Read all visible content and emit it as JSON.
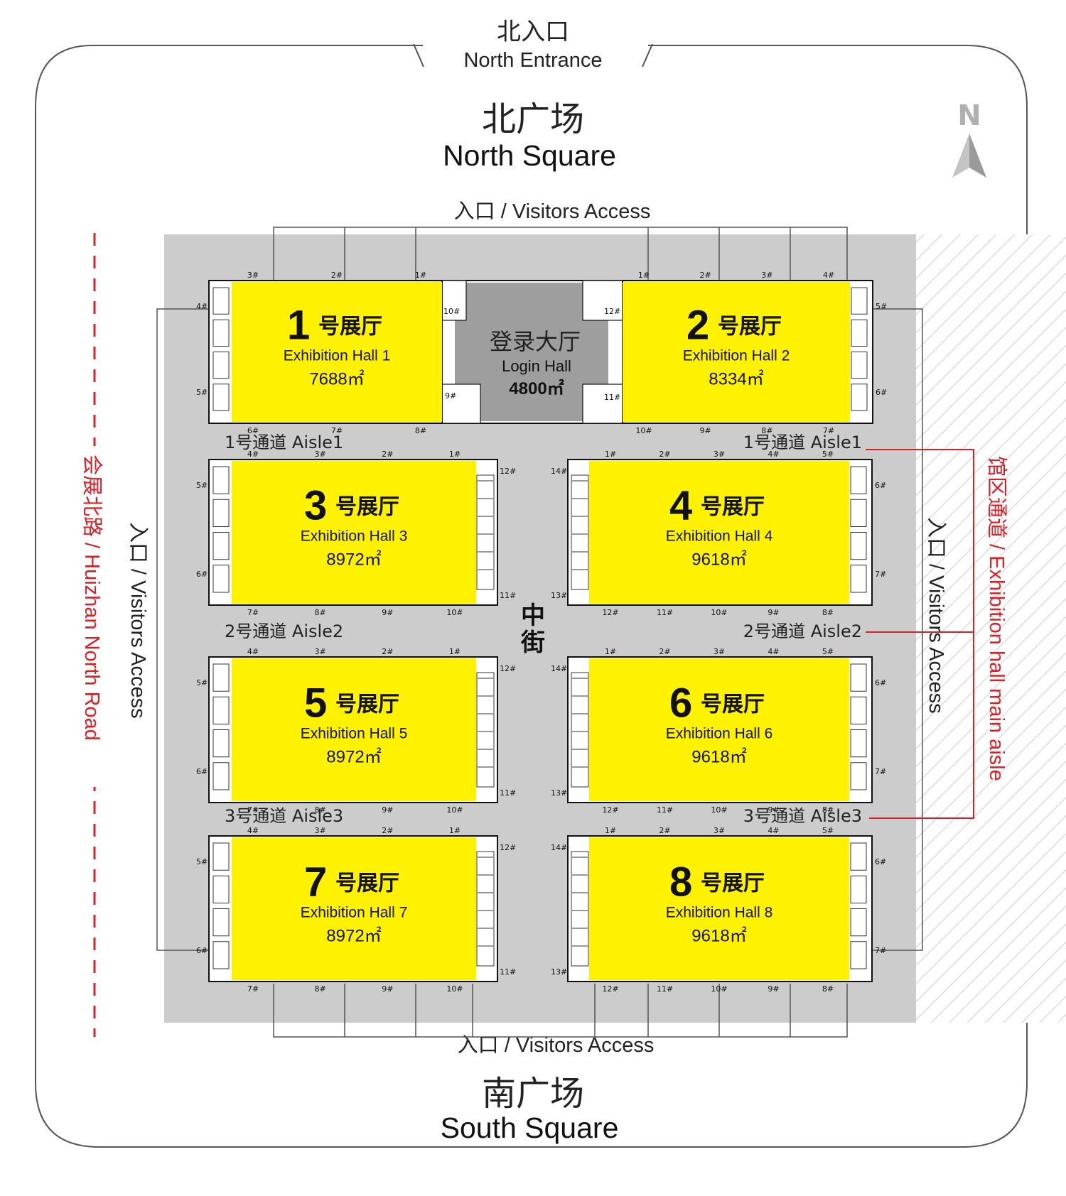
{
  "colors": {
    "hall_fill": "#fff200",
    "login_fill": "#9e9e9e",
    "ground": "#cccccc",
    "road_red": "#d92027",
    "outline": "#111111",
    "boundary": "#555555"
  },
  "entrance": {
    "cn": "北入口",
    "en": "North Entrance"
  },
  "north_square": {
    "cn": "北广场",
    "en": "North Square"
  },
  "south_square": {
    "cn": "南广场",
    "en": "South Square"
  },
  "compass": {
    "letter": "N",
    "icon": "north-arrow-icon"
  },
  "access": {
    "top": "入口 / Visitors Access",
    "bottom": "入口 / Visitors Access",
    "left": "入口 / Visitors Access",
    "right": "入口 / Visitors Access"
  },
  "road_west": "会展北路 / Huizhan North Road",
  "main_aisle": "馆区通道 / Exhibition hall main aisle",
  "central_street": {
    "c1": "中",
    "c2": "街"
  },
  "aisles": {
    "a1": "1号通道  Aisle1",
    "a2": "2号通道 Aisle2",
    "a3": "3号通道 Aisle3"
  },
  "halls": [
    {
      "num": "1",
      "cn": "号展厅",
      "en": "Exhibition Hall 1",
      "area": "7688㎡",
      "gates_top": [
        "3#",
        "2#",
        "1#"
      ],
      "gates_bottom": [
        "6#",
        "7#",
        "8#"
      ],
      "gates_side": [
        "4#",
        "5#"
      ]
    },
    {
      "num": "2",
      "cn": "号展厅",
      "en": "Exhibition Hall 2",
      "area": "8334㎡",
      "gates_top": [
        "1#",
        "2#",
        "3#",
        "4#"
      ],
      "gates_bottom": [
        "10#",
        "9#",
        "8#",
        "7#"
      ],
      "gates_side": [
        "5#",
        "6#"
      ]
    },
    {
      "num": "3",
      "cn": "号展厅",
      "en": "Exhibition Hall 3",
      "area": "8972㎡",
      "gates_top": [
        "4#",
        "3#",
        "2#",
        "1#"
      ],
      "gates_bottom": [
        "7#",
        "8#",
        "9#",
        "10#"
      ],
      "gates_side": [
        "5#",
        "6#"
      ],
      "gates_inner": [
        "12#",
        "11#"
      ]
    },
    {
      "num": "4",
      "cn": "号展厅",
      "en": "Exhibition Hall 4",
      "area": "9618㎡",
      "gates_top": [
        "1#",
        "2#",
        "3#",
        "4#",
        "5#"
      ],
      "gates_bottom": [
        "12#",
        "11#",
        "10#",
        "9#",
        "8#"
      ],
      "gates_side": [
        "6#",
        "7#"
      ],
      "gates_inner": [
        "14#",
        "13#"
      ]
    },
    {
      "num": "5",
      "cn": "号展厅",
      "en": "Exhibition Hall 5",
      "area": "8972㎡",
      "gates_top": [
        "4#",
        "3#",
        "2#",
        "1#"
      ],
      "gates_bottom": [
        "7#",
        "8#",
        "9#",
        "10#"
      ],
      "gates_side": [
        "5#",
        "6#"
      ],
      "gates_inner": [
        "12#",
        "11#"
      ]
    },
    {
      "num": "6",
      "cn": "号展厅",
      "en": "Exhibition Hall 6",
      "area": "9618㎡",
      "gates_top": [
        "1#",
        "2#",
        "3#",
        "4#",
        "5#"
      ],
      "gates_bottom": [
        "12#",
        "11#",
        "10#",
        "9#",
        "8#"
      ],
      "gates_side": [
        "6#",
        "7#"
      ],
      "gates_inner": [
        "14#",
        "13#"
      ]
    },
    {
      "num": "7",
      "cn": "号展厅",
      "en": "Exhibition Hall 7",
      "area": "8972㎡",
      "gates_top": [
        "4#",
        "3#",
        "2#",
        "1#"
      ],
      "gates_bottom": [
        "7#",
        "8#",
        "9#",
        "10#"
      ],
      "gates_side": [
        "5#",
        "6#"
      ],
      "gates_inner": [
        "12#",
        "11#"
      ]
    },
    {
      "num": "8",
      "cn": "号展厅",
      "en": "Exhibition Hall 8",
      "area": "9618㎡",
      "gates_top": [
        "1#",
        "2#",
        "3#",
        "4#",
        "5#"
      ],
      "gates_bottom": [
        "12#",
        "11#",
        "10#",
        "9#",
        "8#"
      ],
      "gates_side": [
        "6#",
        "7#"
      ],
      "gates_inner": [
        "14#",
        "13#"
      ]
    }
  ],
  "login_hall": {
    "cn": "登录大厅",
    "en": "Login Hall",
    "area": "4800㎡",
    "gates": [
      "10#",
      "12#",
      "9#",
      "11#"
    ]
  }
}
